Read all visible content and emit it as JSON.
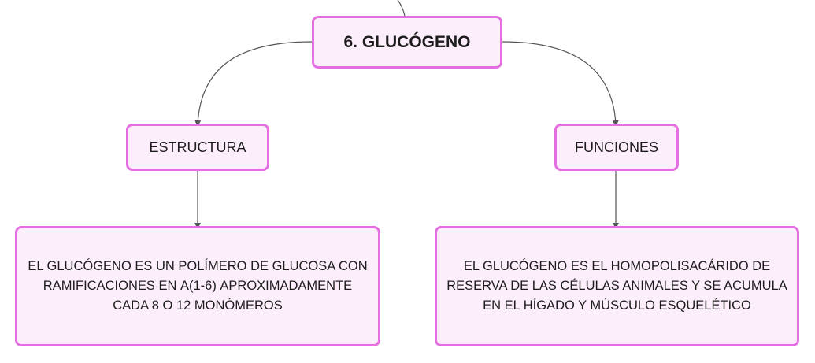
{
  "diagram": {
    "root": {
      "label": "6. GLUCÓGENO"
    },
    "branches": [
      {
        "label": "ESTRUCTURA",
        "description": "EL GLUCÓGENO ES UN POLÍMERO DE GLUCOSA CON RAMIFICACIONES EN Α(1-6) APROXIMADAMENTE CADA 8 O 12 MONÓMEROS"
      },
      {
        "label": "FUNCIONES",
        "description": "EL GLUCÓGENO ES EL HOMOPOLISACÁRIDO DE RESERVA DE LAS CÉLULAS ANIMALES Y SE ACUMULA EN EL HÍGADO Y MÚSCULO ESQUELÉTICO"
      }
    ]
  },
  "colors": {
    "node_fill": "#fdeefb",
    "node_border": "#e36fe0",
    "connector": "#555555",
    "text": "#1d1d1d"
  }
}
